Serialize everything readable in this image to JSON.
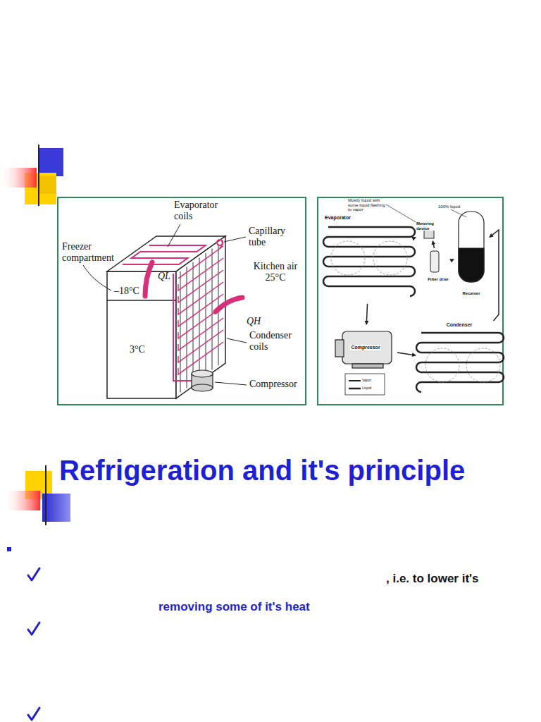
{
  "diagram": {
    "title": "Refrigeration and it's principle",
    "nodes": [
      {
        "text": [
          "Evaporator"
        ]
      },
      {
        "text": [
          "Metering device"
        ]
      },
      {
        "text": [
          "Receiver"
        ]
      },
      {
        "text": [
          "Filter drier"
        ]
      },
      {
        "text": [
          "Compressor"
        ]
      },
      {
        "text": [
          "Condenser"
        ]
      }
    ],
    "edges": [
      {
        "from": 4,
        "to": 5,
        "arrow": "to"
      },
      {
        "from": 5,
        "to": 2,
        "arrow": "to"
      },
      {
        "from": 2,
        "to": 3,
        "arrow": "to"
      },
      {
        "from": 3,
        "to": 1,
        "arrow": "to"
      },
      {
        "from": 1,
        "to": 0,
        "arrow": "to"
      },
      {
        "from": 0,
        "to": 4,
        "arrow": "to"
      }
    ],
    "labels": [
      "Evaporator coils",
      "Freezer compartment",
      "Capillary tube",
      "Kitchen air 25°C",
      "–18°C",
      "QL",
      "QH",
      "3°C",
      "Condenser coils",
      "Compressor",
      "Mostly liquid with some liquid flashing to vapor",
      "100% liquid",
      ", i.e. to lower it's",
      "removing some of it's heat"
    ],
    "legend": [
      {
        "text": "Vapor"
      },
      {
        "text": "Liquid"
      }
    ]
  }
}
